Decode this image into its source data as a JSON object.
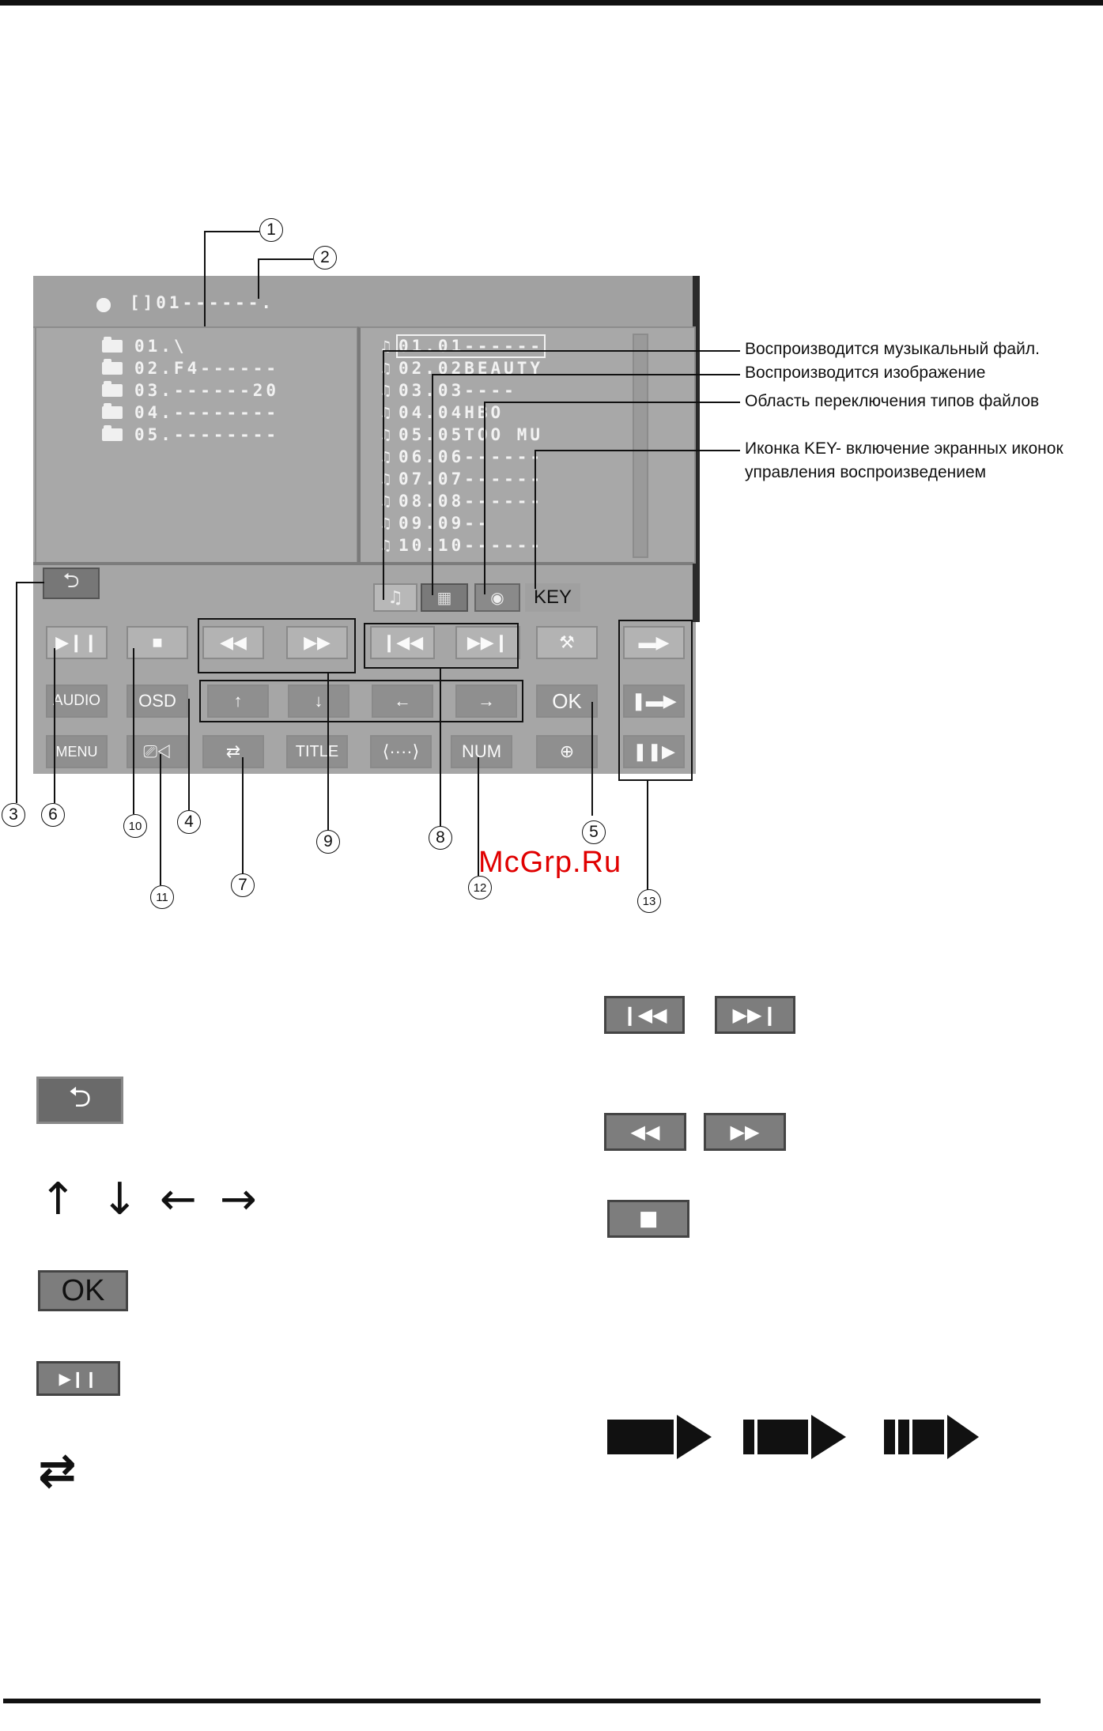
{
  "osd": {
    "header_path": "[]01------.",
    "folders": [
      {
        "label": "01.\\"
      },
      {
        "label": "02.F4------"
      },
      {
        "label": "03.------20"
      },
      {
        "label": "04.--------"
      },
      {
        "label": "05.--------"
      }
    ],
    "files": [
      {
        "label": "01.01------"
      },
      {
        "label": "02.02BEAUTY"
      },
      {
        "label": "03.03----"
      },
      {
        "label": "04.04HBO"
      },
      {
        "label": "05.05TOO MU"
      },
      {
        "label": "06.06------"
      },
      {
        "label": "07.07------"
      },
      {
        "label": "08.08------"
      },
      {
        "label": "09.09--"
      },
      {
        "label": "10.10------"
      }
    ],
    "key_label": "KEY",
    "buttons": {
      "audio": "AUDIO",
      "osd": "OSD",
      "ok": "OK",
      "menu": "MENU",
      "title": "TITLE",
      "num": "NUM"
    }
  },
  "annotations": {
    "music": "Воспроизводится музыкальный файл.",
    "image": "Воспроизводится изображение",
    "type_switch": "Область переключения типов файлов",
    "key_line1": "Иконка KEY- включение экранных иконок",
    "key_line2": "управления воспроизведением"
  },
  "callouts": [
    "1",
    "2",
    "3",
    "4",
    "5",
    "6",
    "7",
    "8",
    "9",
    "10",
    "11",
    "12",
    "13"
  ],
  "watermark": "McGrp.Ru",
  "legend": {
    "ok_label": "OK"
  }
}
